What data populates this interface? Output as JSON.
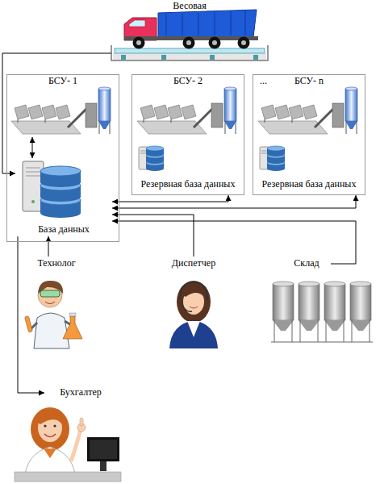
{
  "diagram": {
    "nodes": [
      {
        "text": [
          "Весовая"
        ]
      },
      {
        "text": [
          "БСУ- 1"
        ]
      },
      {
        "text": [
          "База данных"
        ],
        "in": 1
      },
      {
        "text": [
          "БСУ- 2"
        ]
      },
      {
        "text": [
          "Резервная база данных"
        ],
        "in": 3
      },
      {
        "text": [
          "БСУ- n"
        ]
      },
      {
        "text": [
          "Резервная база данных"
        ],
        "in": 5
      },
      {
        "text": [
          "Технолог"
        ]
      },
      {
        "text": [
          "Диспетчер"
        ]
      },
      {
        "text": [
          "Склад"
        ]
      },
      {
        "text": [
          "Бухгалтер"
        ]
      }
    ],
    "edges": [
      {
        "from": 0,
        "to": 2,
        "arrow": "to"
      },
      {
        "from": 2,
        "to": 3,
        "arrow": "both"
      },
      {
        "from": 2,
        "to": 5,
        "arrow": "both"
      },
      {
        "from": 7,
        "to": 2,
        "arrow": "to"
      },
      {
        "from": 8,
        "to": 2,
        "arrow": "to"
      },
      {
        "from": 9,
        "to": 2,
        "arrow": "to"
      },
      {
        "from": 2,
        "to": 10,
        "arrow": "to"
      }
    ],
    "labels": [
      "..."
    ]
  }
}
